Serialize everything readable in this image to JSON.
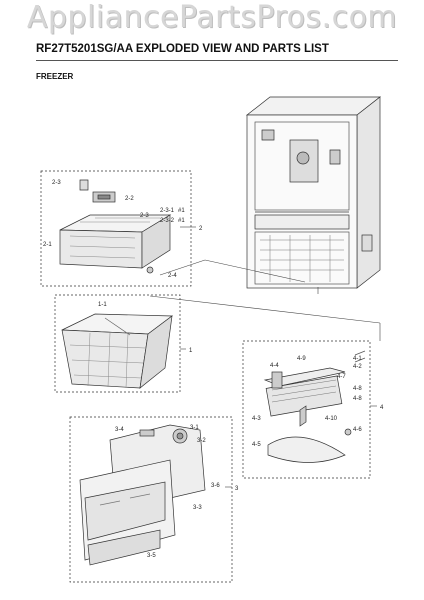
{
  "watermark": "AppliancePartsPros.com",
  "title": "RF27T5201SG/AA  EXPLODED VIEW AND PARTS LIST",
  "section": "FREEZER",
  "callouts": {
    "c1": "1",
    "c1_1": "1-1",
    "c2": "2",
    "c2_1": "2-1",
    "c2_2": "2-2",
    "c2_3": "2-3",
    "c2_3b": "2-3",
    "c2_3_1": "2-3-1",
    "c2_3_2": "2-3-2",
    "c2_4": "2-4",
    "c3": "3",
    "c3_1": "3-1",
    "c3_2": "3-2",
    "c3_3": "3-3",
    "c3_4": "3-4",
    "c3_5": "3-5",
    "c3_6": "3-6",
    "c4": "4",
    "c4_1": "4-1",
    "c4_2": "4-2",
    "c4_3": "4-3",
    "c4_4": "4-4",
    "c4_5": "4-5",
    "c4_6": "4-6",
    "c4_7": "4-7",
    "c4_8": "4-8",
    "c4_8b": "4-8",
    "c4_9": "4-9",
    "c4_10": "4-10",
    "h1": "#1",
    "h2": "#1"
  }
}
